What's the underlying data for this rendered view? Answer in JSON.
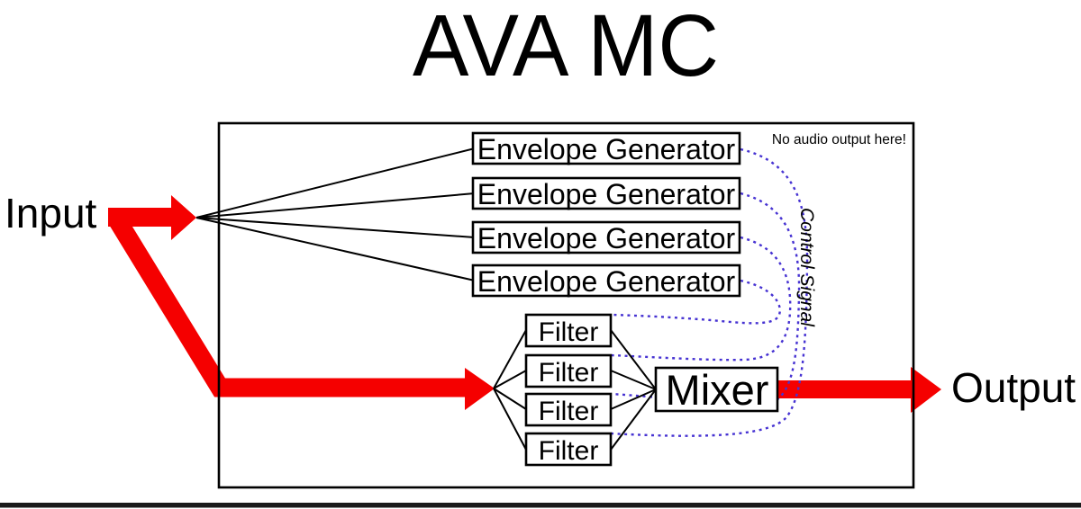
{
  "title": "AVA MC",
  "labels": {
    "input": "Input",
    "output": "Output",
    "note": "No audio output here!",
    "control_signal": "Control Signal",
    "mixer": "Mixer"
  },
  "envelope_generators": [
    "Envelope Generator",
    "Envelope Generator",
    "Envelope Generator",
    "Envelope Generator"
  ],
  "filters": [
    "Filter",
    "Filter",
    "Filter",
    "Filter"
  ],
  "colors": {
    "signal_arrow_red": "#f50000",
    "control_dotted_blue": "#4632d2",
    "control_text_gray": "#a29ec6",
    "bottom_bar_black": "#1a1a1a"
  }
}
